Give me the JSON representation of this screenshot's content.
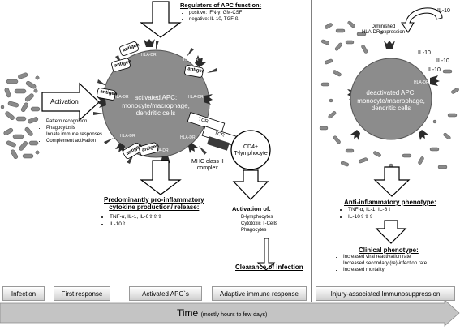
{
  "regulators": {
    "title": "Regulators of APC function:",
    "items": [
      "positive: IFN-γ, GM-CSF",
      "negative: IL-10, TGF-ß"
    ]
  },
  "activation_label": "Activation",
  "pathogen_items": [
    "Pattern recognition",
    "Phagocytosis",
    "Innate immune responses",
    "Complement activation"
  ],
  "activated_apc": {
    "line1": "activated APC:",
    "line2": "monocyte/macrophage,",
    "line3": "dendritic cells"
  },
  "antigen_label": "antigen",
  "hla_label": "HLA-DR",
  "tcr_label": "TCR",
  "cd4": {
    "line1": "CD4+",
    "line2": "T-lymphocyte"
  },
  "mhc": {
    "line1": "MHC class II",
    "line2": "complex"
  },
  "proinflammatory": {
    "title_line1": "Predominantly pro-inflammatory",
    "title_line2": "cytokine production/ release:",
    "items": [
      "TNF-α, IL-1, IL-6⇧⇧⇧",
      "IL-10⇧"
    ]
  },
  "activation_of": {
    "title": "Activation of:",
    "items": [
      "B-lymphocytes",
      "Cytotoxic T-Cells",
      "Phagocytes"
    ]
  },
  "clearance": "Clearance of infection",
  "diminished": {
    "line1": "Diminished",
    "line2": "HLA-DR expression"
  },
  "il10_label": "IL-10",
  "deactivated_apc": {
    "line1": "deactivated APC:",
    "line2": "monocyte/macrophage,",
    "line3": "dendritic cells"
  },
  "anti_inflammatory": {
    "title": "Anti-inflammatory phenotype:",
    "items": [
      "TNF-α, IL-1, IL-6⇧",
      "IL-10⇧⇧⇧"
    ]
  },
  "clinical": {
    "title": "Clinical phenotype:",
    "items": [
      "Increased viral reactivation rate",
      "Increased secondary (re)-infection rate",
      "Increased mortality"
    ]
  },
  "stages": [
    "Infection",
    "First response",
    "Activated APC`s",
    "Adaptive immune response",
    "Injury-associated Immunosuppression"
  ],
  "time": {
    "label": "Time",
    "note": "(mostly hours to few days)"
  },
  "colors": {
    "cell": "#8c8c8c",
    "cell_dark": "#3a3a3a",
    "pathogen": "#8a8a8a",
    "arrow_fill": "#ffffff",
    "time_bar": "#c4c4c4"
  }
}
